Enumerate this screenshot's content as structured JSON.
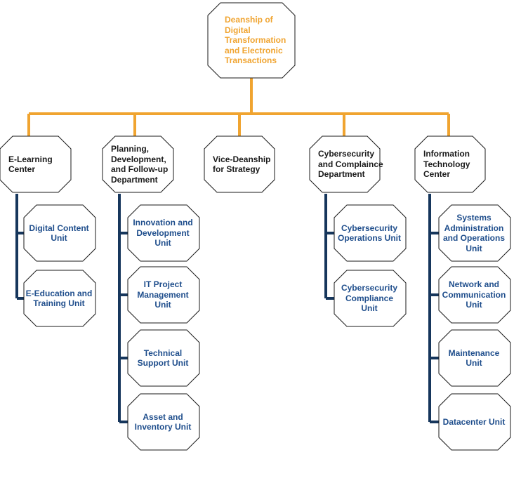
{
  "root": {
    "lines": [
      "Deanship of",
      "Digital",
      "Transformation",
      "and Electronic",
      "Transactions"
    ]
  },
  "departments": [
    {
      "id": "elearning",
      "lines": [
        "E-Learning",
        "Center"
      ],
      "units": [
        {
          "lines": [
            "Digital Content",
            "Unit"
          ]
        },
        {
          "lines": [
            "E-Education and",
            "Training Unit"
          ]
        }
      ]
    },
    {
      "id": "planning",
      "lines": [
        "Planning,",
        "Development,",
        "and Follow-up",
        "Department"
      ],
      "units": [
        {
          "lines": [
            "Innovation and",
            "Development",
            "Unit"
          ]
        },
        {
          "lines": [
            "IT Project",
            "Management",
            "Unit"
          ]
        },
        {
          "lines": [
            "Technical",
            "Support Unit"
          ]
        },
        {
          "lines": [
            "Asset and",
            "Inventory Unit"
          ]
        }
      ]
    },
    {
      "id": "vice-strategy",
      "lines": [
        "Vice-Deanship",
        "for Strategy"
      ],
      "units": []
    },
    {
      "id": "cybersecurity",
      "lines": [
        "Cybersecurity",
        "and Complaince",
        "Department"
      ],
      "units": [
        {
          "lines": [
            "Cybersecurity",
            "Operations Unit"
          ]
        },
        {
          "lines": [
            "Cybersecurity",
            "Compliance",
            "Unit"
          ]
        }
      ]
    },
    {
      "id": "itc",
      "lines": [
        "Information",
        "Technology",
        "Center"
      ],
      "units": [
        {
          "lines": [
            "Systems",
            "Administration",
            "and Operations",
            "Unit"
          ]
        },
        {
          "lines": [
            "Network and",
            "Communication",
            "Unit"
          ]
        },
        {
          "lines": [
            "Maintenance",
            "Unit"
          ]
        },
        {
          "lines": [
            "Datacenter Unit"
          ]
        }
      ]
    }
  ],
  "colors": {
    "connector_top": "#f0a430",
    "connector_units": "#16365c",
    "root_text": "#f0a430",
    "dept_text": "#1a1a1a",
    "unit_text": "#1f4e8c"
  }
}
